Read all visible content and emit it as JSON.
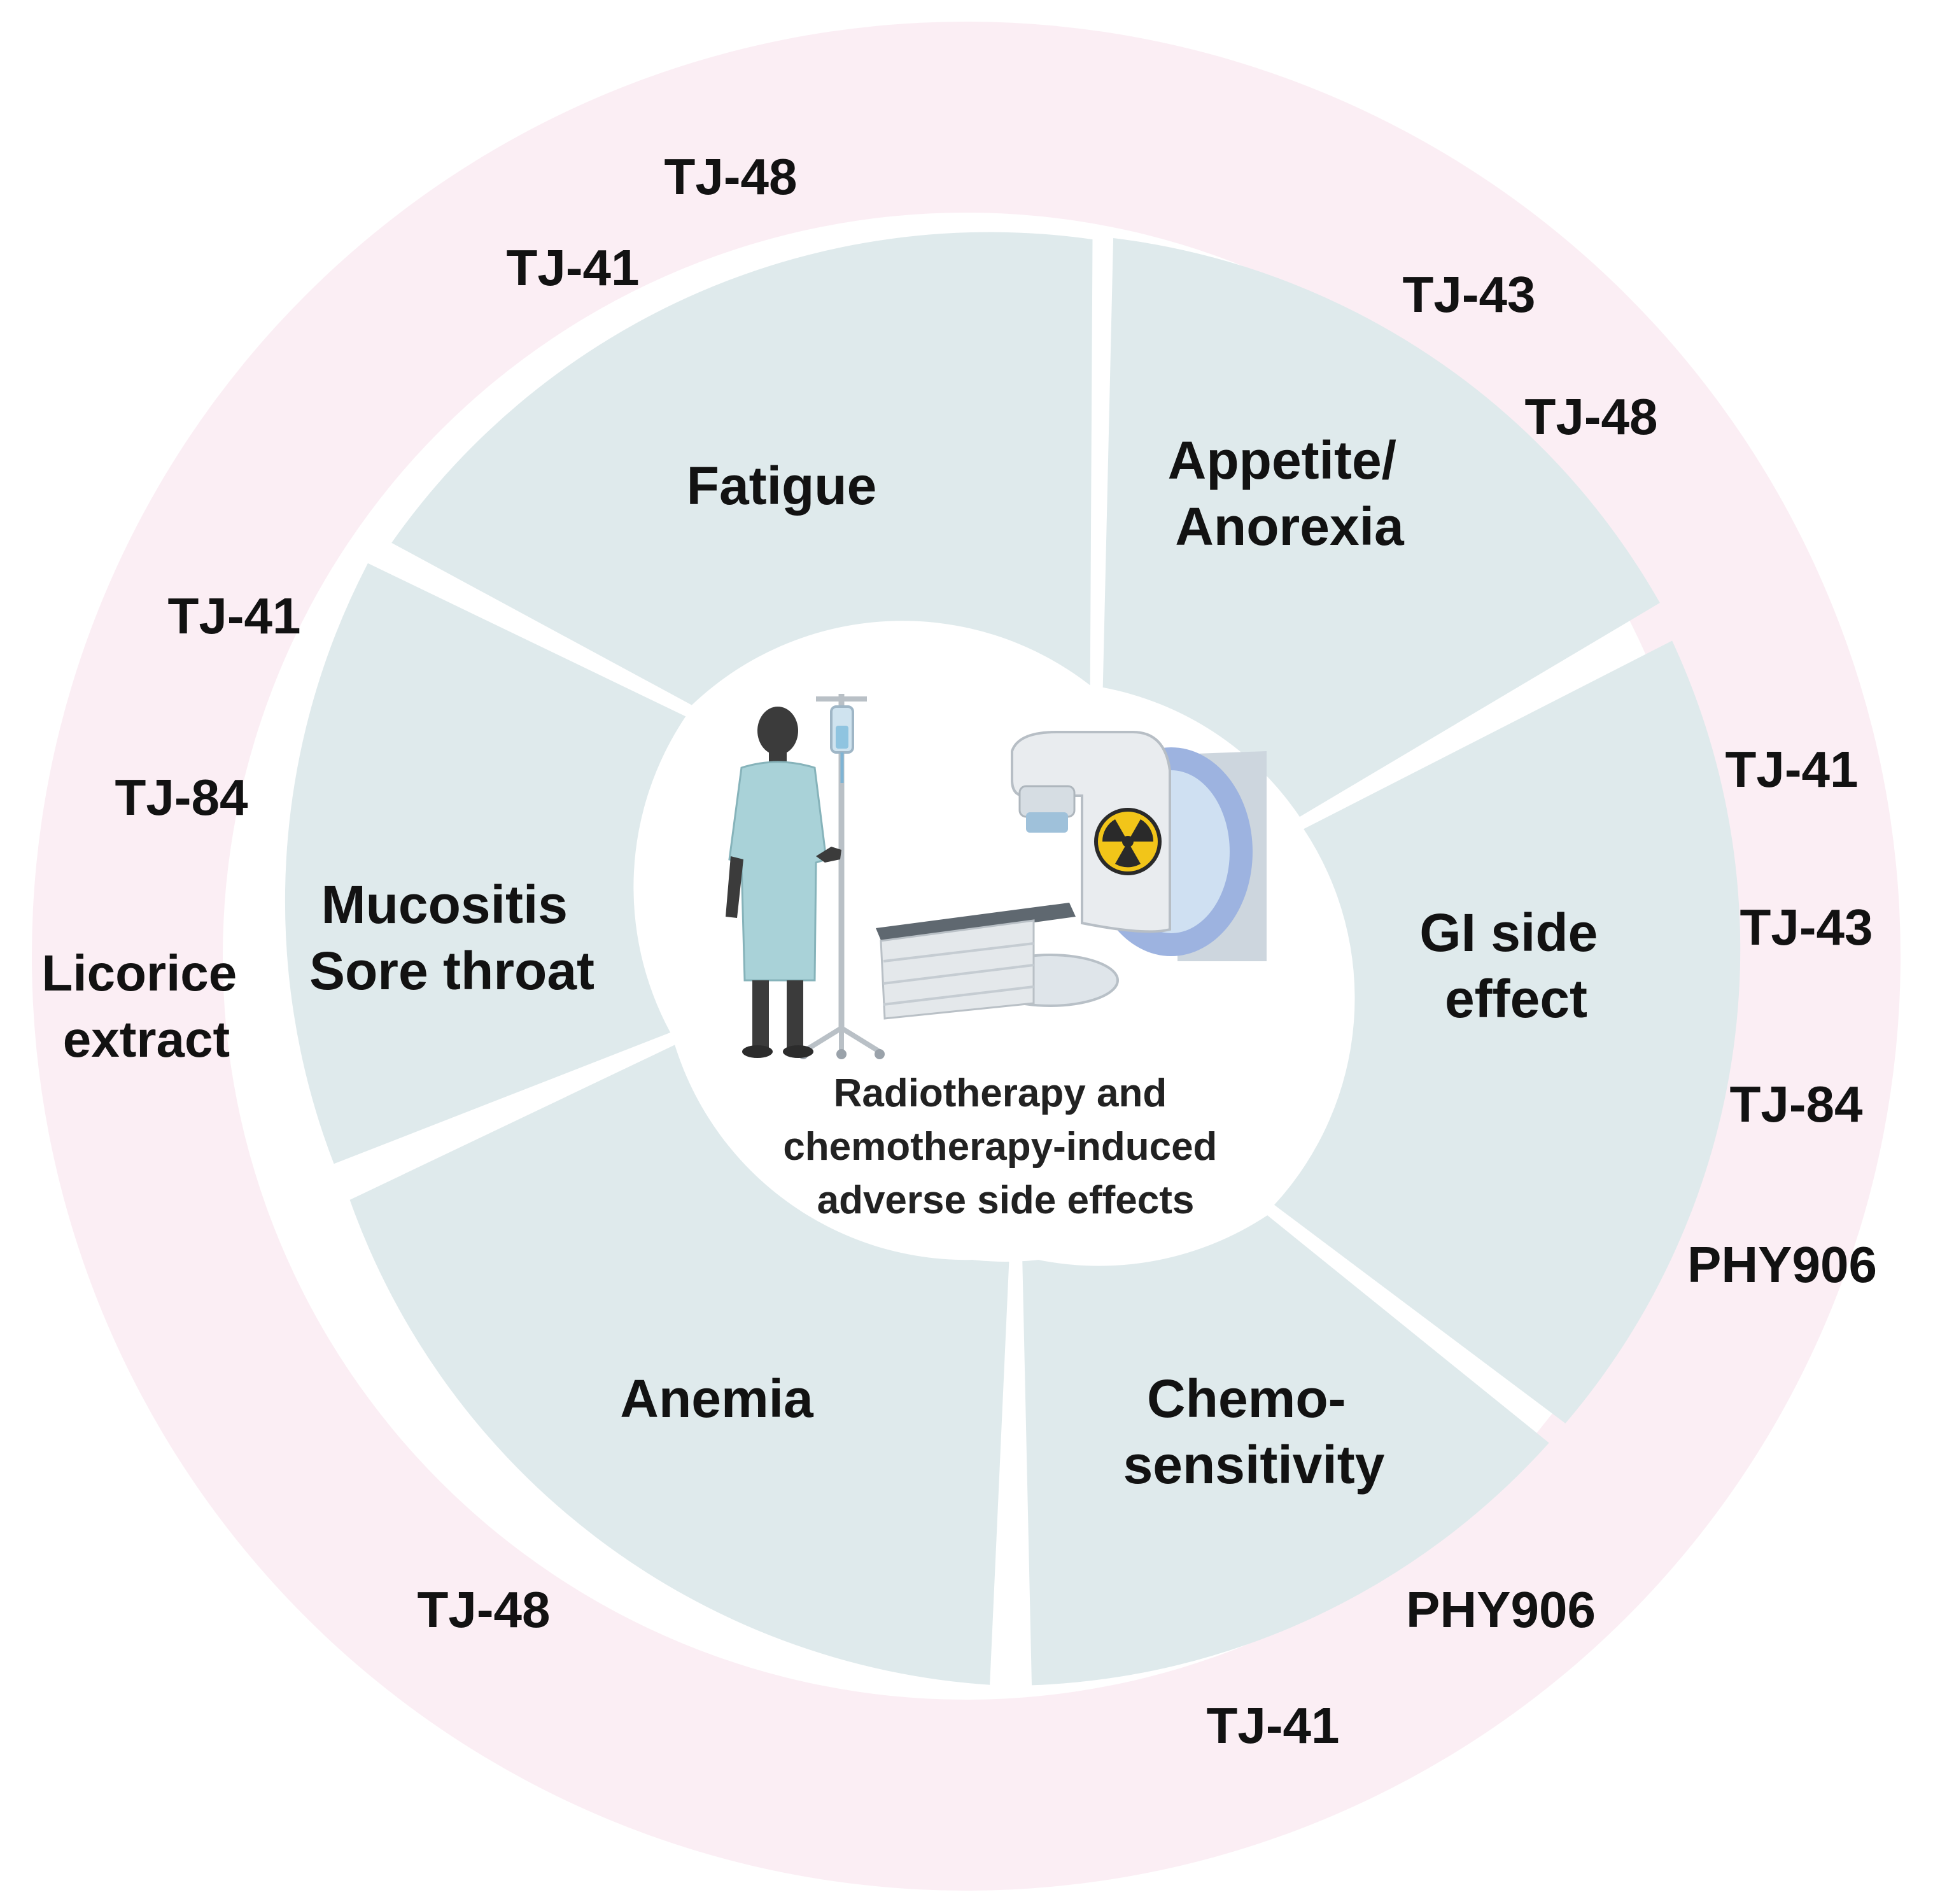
{
  "center": {
    "lines": [
      "Radiotherapy and",
      "chemotherapy-induced",
      "adverse side effects"
    ]
  },
  "segments": [
    {
      "id": "fatigue",
      "lines": [
        "Fatigue"
      ]
    },
    {
      "id": "appetite",
      "lines": [
        "Appetite/",
        "Anorexia"
      ]
    },
    {
      "id": "gi",
      "lines": [
        "GI side",
        "effect"
      ]
    },
    {
      "id": "chemo",
      "lines": [
        "Chemo-",
        "sensitivity"
      ]
    },
    {
      "id": "anemia",
      "lines": [
        "Anemia"
      ]
    },
    {
      "id": "mucositis",
      "lines": [
        "Mucositis",
        "Sore throat"
      ]
    }
  ],
  "herbs": {
    "fatigue": [
      "TJ-48",
      "TJ-41"
    ],
    "appetite": [
      "TJ-43",
      "TJ-48"
    ],
    "gi": [
      "TJ-41",
      "TJ-43",
      "TJ-84",
      "PHY906"
    ],
    "chemo": [
      "PHY906",
      "TJ-41"
    ],
    "anemia": [
      "TJ-48"
    ],
    "mucositis": [
      "TJ-41",
      "TJ-84",
      "Licorice extract"
    ]
  },
  "icons": [
    "patient-icon",
    "iv-drip-stand-icon",
    "radiotherapy-machine-icon",
    "radiation-hazard-icon"
  ],
  "colors": {
    "outer_ring": "#fbeef4",
    "segment_fill": "#dfeaec",
    "center_fill": "#ffffff",
    "divider": "#ffffff",
    "text": "#121212",
    "radiation_yellow": "#f2c519"
  }
}
